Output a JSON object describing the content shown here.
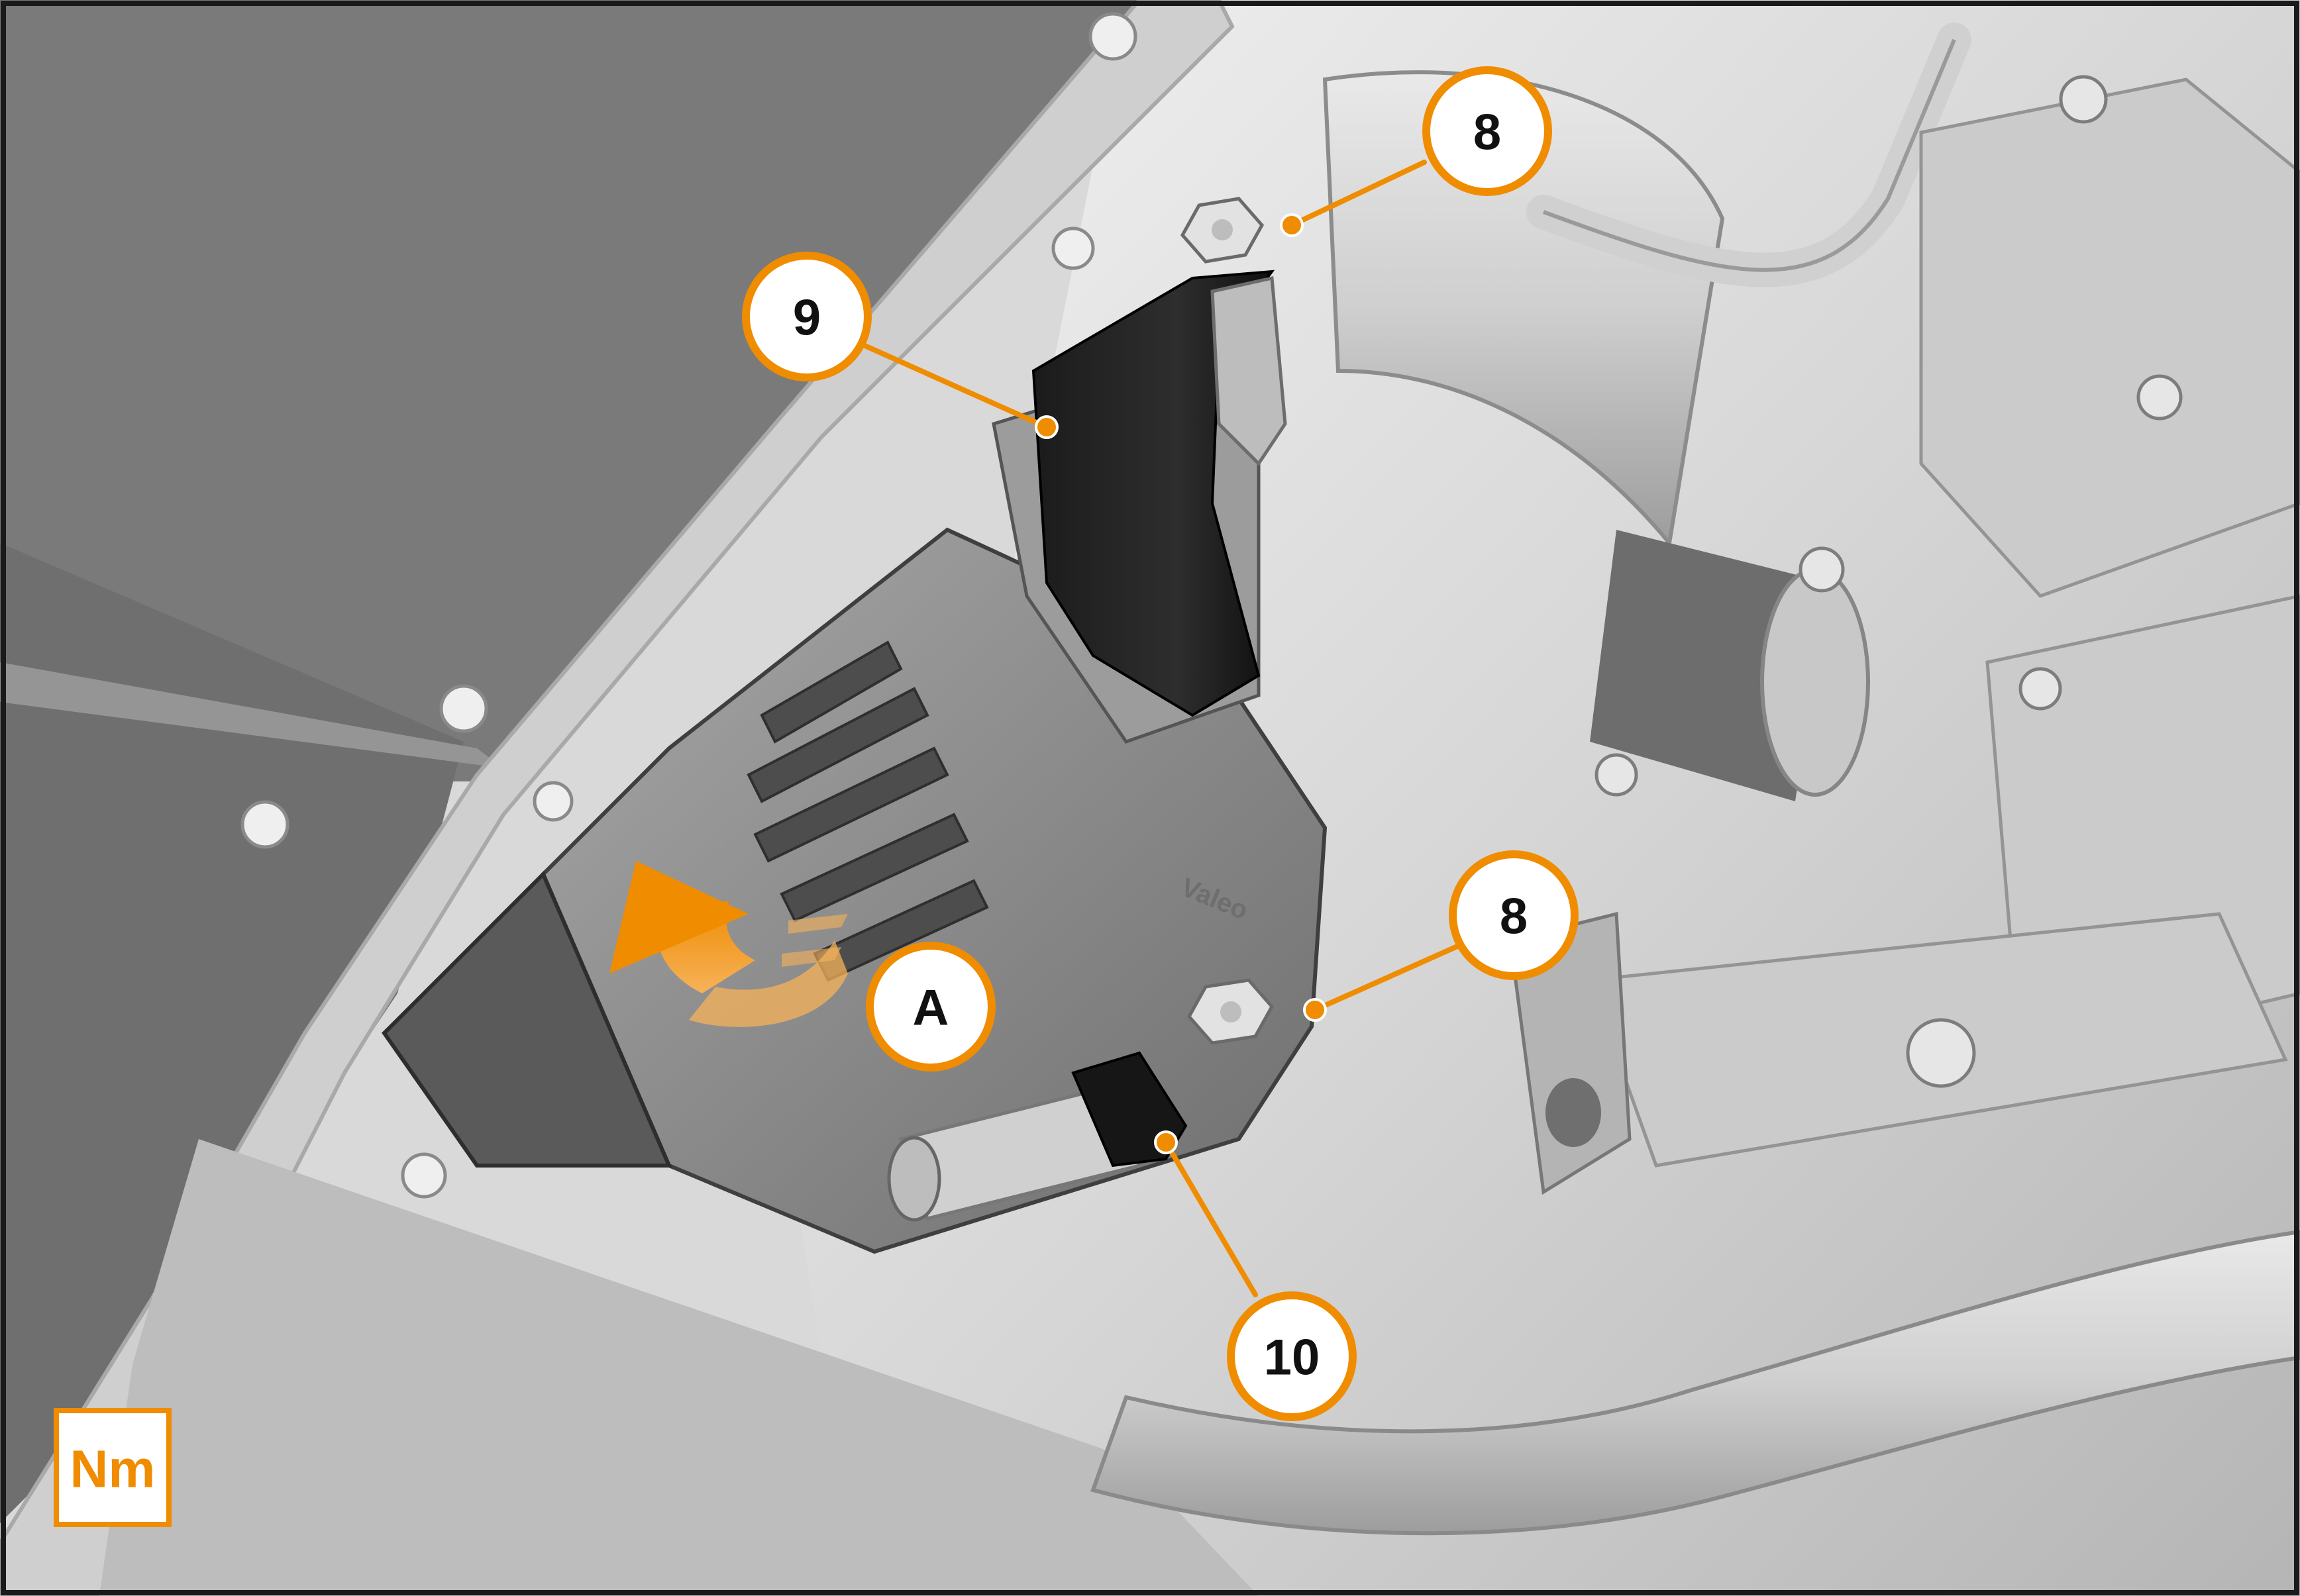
{
  "colors": {
    "accent": "#f08c00",
    "accent_light": "#f6b25a",
    "callout_fill": "#ffffff",
    "callout_text": "#111111",
    "frame": "#1a1a1a"
  },
  "callouts": [
    {
      "id": "callout-8-upper",
      "label": "8"
    },
    {
      "id": "callout-9",
      "label": "9"
    },
    {
      "id": "callout-8-lower",
      "label": "8"
    },
    {
      "id": "callout-a",
      "label": "A"
    },
    {
      "id": "callout-10",
      "label": "10"
    }
  ],
  "torque_badge": {
    "label": "Nm",
    "icon": "torque-wrench-icon"
  },
  "markings": {
    "brand": "Valeo"
  },
  "direction_arrow": {
    "icon": "curved-arrow-up-icon"
  }
}
